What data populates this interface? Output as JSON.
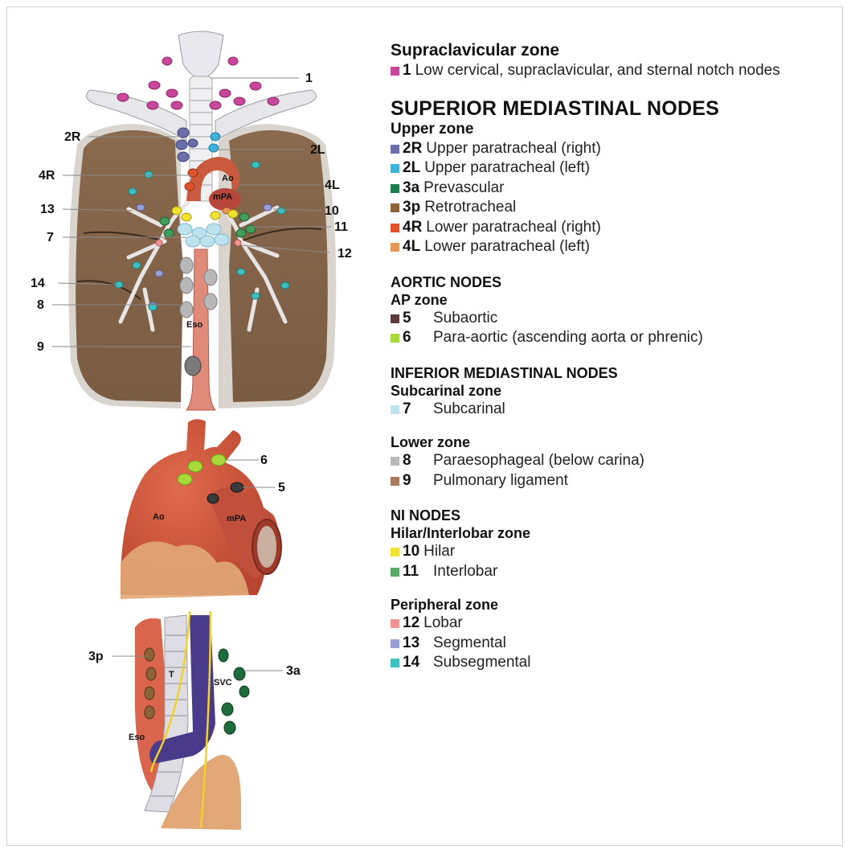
{
  "figure": {
    "top_callouts": [
      "1",
      "2R",
      "2L",
      "4R",
      "4L",
      "13",
      "10",
      "11",
      "7",
      "12",
      "14",
      "8",
      "9"
    ],
    "top_structures": {
      "aorta": "Ao",
      "pulmonary_artery": "mPA",
      "esophagus": "Eso"
    },
    "middle_callouts": [
      "6",
      "5"
    ],
    "middle_structures": {
      "aorta": "Ao",
      "pulmonary_artery": "mPA"
    },
    "bottom_callouts": [
      "3p",
      "3a"
    ],
    "bottom_structures": {
      "trachea": "T",
      "svc": "SVC",
      "esophagus": "Eso"
    }
  },
  "legend": {
    "supraclavicular": {
      "title": "Supraclavicular zone",
      "items": [
        {
          "num": "1",
          "text": "Low cervical, supraclavicular, and sternal notch nodes",
          "color": "#c8479a"
        }
      ]
    },
    "superior": {
      "title": "SUPERIOR MEDIASTINAL NODES",
      "zone": "Upper zone",
      "items": [
        {
          "num": "2R",
          "text": "Upper paratracheal (right)",
          "color": "#6a6ea9"
        },
        {
          "num": "2L",
          "text": "Upper paratracheal (left)",
          "color": "#3fb3d9"
        },
        {
          "num": "3a",
          "text": "Prevascular",
          "color": "#1e7d4c"
        },
        {
          "num": "3p",
          "text": "Retrotracheal",
          "color": "#8c6239"
        },
        {
          "num": "4R",
          "text": "Lower paratracheal (right)",
          "color": "#e0522b"
        },
        {
          "num": "4L",
          "text": "Lower paratracheal (left)",
          "color": "#e8955a"
        }
      ]
    },
    "aortic": {
      "title": "AORTIC NODES",
      "zone": "AP zone",
      "items": [
        {
          "num": "5",
          "text": "Subaortic",
          "color": "#5a3a3a"
        },
        {
          "num": "6",
          "text": "Para-aortic (ascending aorta or phrenic)",
          "color": "#a8d83a"
        }
      ]
    },
    "inferior": {
      "title": "INFERIOR MEDIASTINAL NODES",
      "zone_subcarinal": "Subcarinal zone",
      "subcarinal_items": [
        {
          "num": "7",
          "text": "Subcarinal",
          "color": "#bfe2ef"
        }
      ],
      "zone_lower": "Lower zone",
      "lower_items": [
        {
          "num": "8",
          "text": "Paraesophageal (below carina)",
          "color": "#b8b8b8"
        },
        {
          "num": "9",
          "text": "Pulmonary ligament",
          "color": "#a67b5b"
        }
      ]
    },
    "n1": {
      "title": "NI NODES",
      "zone_hilar": "Hilar/Interlobar zone",
      "hilar_items": [
        {
          "num": "10",
          "text": "Hilar",
          "color": "#f2e233"
        },
        {
          "num": "11",
          "text": "Interlobar",
          "color": "#5aa86a"
        }
      ],
      "zone_peripheral": "Peripheral zone",
      "peripheral_items": [
        {
          "num": "12",
          "text": "Lobar",
          "color": "#f29494"
        },
        {
          "num": "13",
          "text": "Segmental",
          "color": "#9a9fd4"
        },
        {
          "num": "14",
          "text": "Subsegmental",
          "color": "#3fc0c0"
        }
      ]
    }
  }
}
